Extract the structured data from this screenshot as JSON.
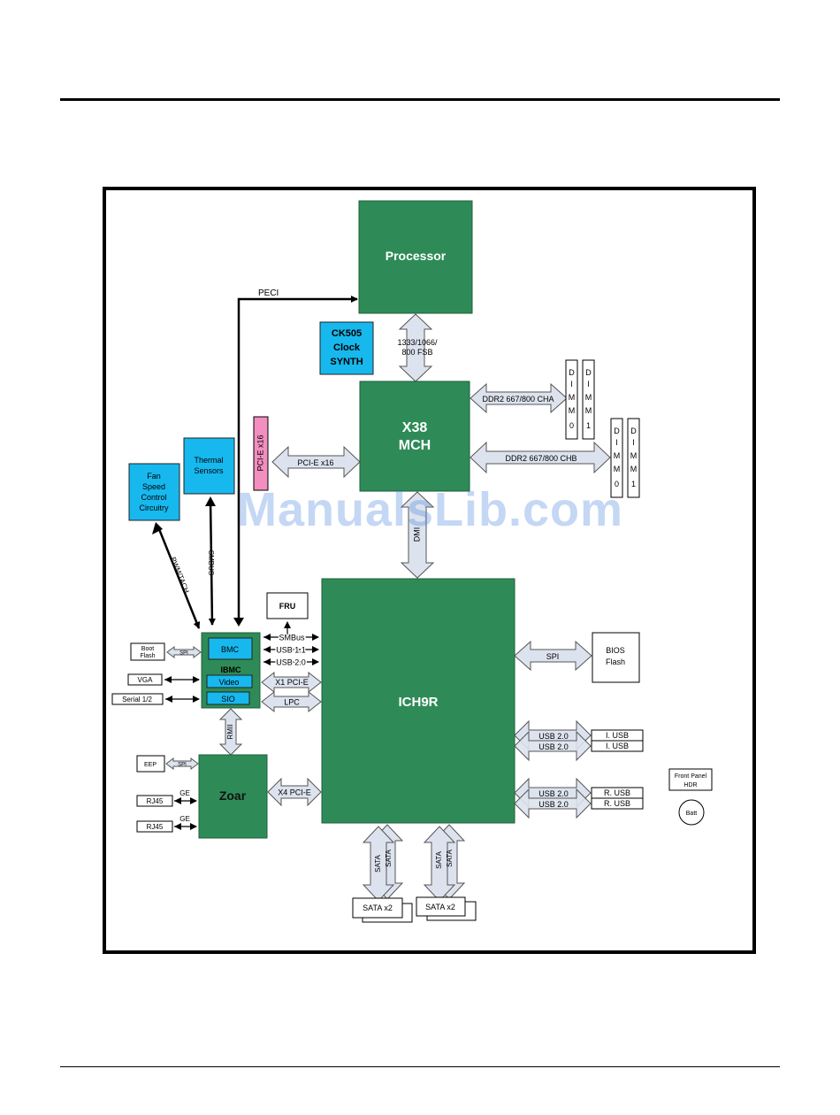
{
  "colors": {
    "green": "#2e8b57",
    "cyan": "#17b8ee",
    "pink": "#f28ec0",
    "arrow_fill": "#dde3ee",
    "arrow_stroke": "#555555",
    "frame": "#000000"
  },
  "watermark": "ManualsLib.com",
  "blocks": {
    "processor": "Processor",
    "mch_line1": "X38",
    "mch_line2": "MCH",
    "ich": "ICH9R",
    "zoar": "Zoar",
    "ck505": [
      "CK505",
      "Clock",
      "SYNTH"
    ],
    "thermal": [
      "Thermal",
      "Sensors"
    ],
    "fan": [
      "Fan",
      "Speed",
      "Control",
      "Circuitry"
    ],
    "pcie_slot": "PCI-E x16",
    "ibmc": "IBMC",
    "bmc": "BMC",
    "video": "Video",
    "sio": "SIO",
    "fru": "FRU",
    "bios_flash": [
      "BIOS",
      "Flash"
    ],
    "boot_flash": [
      "Boot",
      "Flash"
    ],
    "vga": "VGA",
    "serial": "Serial 1/2",
    "eep": "EEP",
    "rj45_1": "RJ45",
    "rj45_2": "RJ45",
    "sata_box1": "SATA x2",
    "sata_box2": "SATA x2",
    "front_panel": [
      "Front Panel",
      "HDR"
    ],
    "batt": "Batt",
    "dimm_letters": [
      "D",
      "I",
      "M",
      "M"
    ],
    "dimm_a0": "0",
    "dimm_a1": "1",
    "dimm_b0": "0",
    "dimm_b1": "1",
    "i_usb1": "I. USB",
    "i_usb2": "I. USB",
    "r_usb1": "R. USB",
    "r_usb2": "R. USB"
  },
  "links": {
    "peci": "PECI",
    "fsb": [
      "1333/1066/",
      "800 FSB"
    ],
    "ddr_a": "DDR2 667/800 CHA",
    "ddr_b": "DDR2 667/800 CHB",
    "pcie_x16": "PCI-E x16",
    "dmi": "DMI",
    "smbus_thermal": "SMBUS",
    "pwm": "PWM/TACH",
    "smbus": "SMBus",
    "usb11": "USB 1.1",
    "usb20": "USB 2.0",
    "x1pcie": "X1 PCI-E",
    "lpc": "LPC",
    "spi_bios": "SPI",
    "spi_boot": "SPI",
    "spi_eep": "SPI",
    "rmii": "RMII",
    "x4pcie": "X4 PCI-E",
    "ge1": "GE",
    "ge2": "GE",
    "usb_i1": "USB 2.0",
    "usb_i2": "USB 2.0",
    "usb_r1": "USB 2.0",
    "usb_r2": "USB 2.0",
    "sata_a": [
      "SATA",
      "SATA"
    ],
    "sata_b": [
      "SATA",
      "SATA"
    ]
  }
}
